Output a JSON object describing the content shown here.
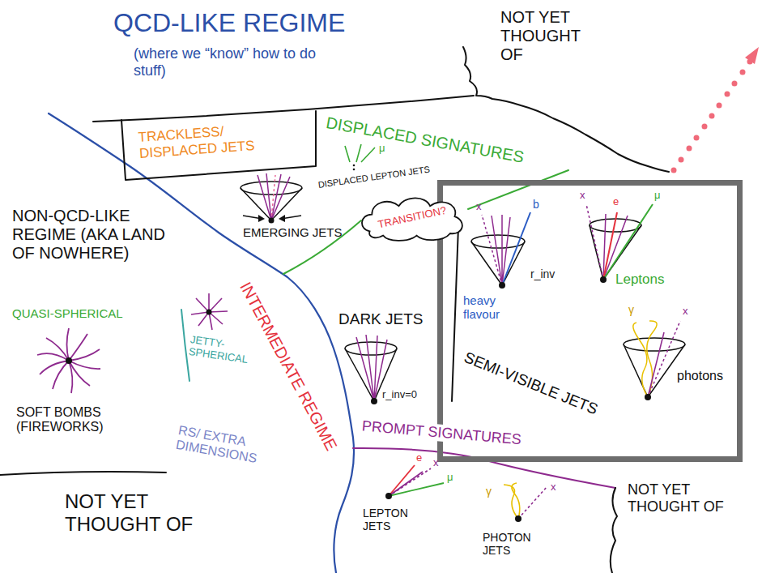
{
  "diagram": {
    "nodes": [
      {
        "text": [
          "TRANSITION?"
        ]
      },
      {
        "text": [
          "SEMI-VISIBLE JETS",
          "heavy flavour",
          "r_inv",
          "Leptons",
          "photons"
        ]
      }
    ],
    "labels": [
      "QCD-LIKE REGIME",
      "(where we “know” how to do stuff)",
      "NOT YET THOUGHT OF",
      "TRACKLESS/ DISPLACED JETS",
      "DISPLACED SIGNATURES",
      "μ",
      "DISPLACED LEPTON JETS",
      "EMERGING JETS",
      "NON-QCD-LIKE REGIME (AKA LAND OF NOWHERE)",
      "QUASI-SPHERICAL",
      "INTERMEDIATE REGIME",
      "DARK JETS",
      "x",
      "b",
      "x",
      "e",
      "μ",
      "γ",
      "x",
      "r_inv=0",
      "JETTY-SPHERICAL",
      "SOFT BOMBS (FIREWORKS)",
      "RS/ EXTRA DIMENSIONS",
      "PROMPT SIGNATURES",
      "e",
      "x",
      "μ",
      "LEPTON JETS",
      "x",
      "γ",
      "PHOTON JETS",
      "NOT YET THOUGHT OF",
      "NOT YET THOUGHT OF"
    ]
  }
}
